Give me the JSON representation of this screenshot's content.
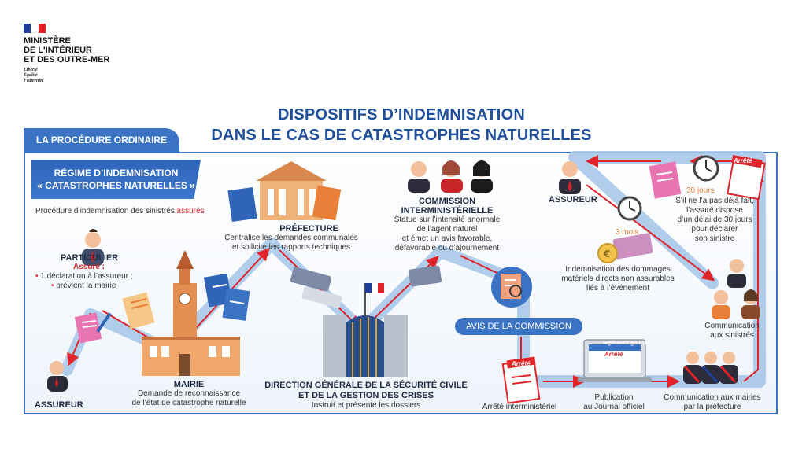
{
  "logo": {
    "lines": [
      "MINISTÈRE",
      "DE L'INTÉRIEUR",
      "ET DES OUTRE-MER"
    ],
    "motto": [
      "Liberté",
      "Égalité",
      "Fraternité"
    ]
  },
  "title": [
    "DISPOSITIFS D’INDEMNISATION",
    "DANS LE CAS DE CATASTROPHES NATURELLES"
  ],
  "tab": "LA PROCÉDURE ORDINAIRE",
  "regime": [
    "RÉGIME D’INDEMNISATION",
    "« CATASTROPHES NATURELLES »"
  ],
  "intro": {
    "text": "Procédure d’indemnisation des sinistrés ",
    "highlight": "assurés"
  },
  "particulier": {
    "title": "PARTICULIER",
    "assure": "Assuré :",
    "items": [
      "1 déclaration à l’assureur ;",
      "prévient la mairie"
    ]
  },
  "assureur_left": "ASSUREUR",
  "mairie": {
    "title": "MAIRIE",
    "lines": [
      "Demande de reconnaissance",
      "de l’état de catastrophe naturelle"
    ]
  },
  "prefecture": {
    "title": "PRÉFECTURE",
    "lines": [
      "Centralise les demandes communales",
      "et sollicite les rapports techniques"
    ]
  },
  "dgscgc": {
    "title": [
      "DIRECTION GÉNÉRALE DE LA SÉCURITÉ CIVILE",
      "ET DE LA GESTION DES CRISES"
    ],
    "text": "Instruit et présente les dossiers"
  },
  "commission": {
    "title": [
      "COMMISSION",
      "INTERMINISTÉRIELLE"
    ],
    "lines": [
      "Statue sur l’intensité anormale",
      "de l’agent naturel",
      "et émet un avis favorable,",
      "défavorable ou d’ajournement"
    ]
  },
  "avis": "AVIS DE LA COMMISSION",
  "arrete_inter": "Arrêté interministériel",
  "publication": [
    "Publication",
    "au Journal officiel"
  ],
  "legifrance": "legifrance.gouv.fr",
  "arrete_word": "Arrêté",
  "communication_mairies": [
    "Communication aux mairies",
    "par la préfecture"
  ],
  "communication_sinistres": [
    "Communication",
    "aux sinistrés"
  ],
  "assureur_right": "ASSUREUR",
  "delay_30": "30 jours",
  "delay_3": "3 mois",
  "delai_text": [
    "S’il ne l’a pas déjà fait,",
    "l’assuré dispose",
    "d’un délai de 30 jours",
    "pour déclarer",
    "son sinistre"
  ],
  "indemnisation": [
    "Indemnisation des dommages",
    "matériels directs non assurables",
    "liés à l’événement"
  ],
  "colors": {
    "blue": "#3a73c4",
    "title": "#1f4f9c",
    "red": "#e2242a",
    "orange": "#e8803a",
    "path": "#a9c8ea"
  }
}
